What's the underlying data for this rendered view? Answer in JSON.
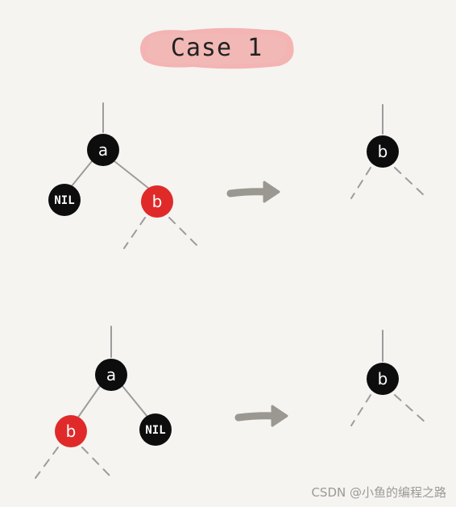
{
  "title": "Case 1",
  "watermark": "CSDN @小鱼的编程之路",
  "colors": {
    "black_node": "#0d0d0d",
    "red_node": "#e02a2a",
    "title_highlight": "#f2a8a8",
    "edge": "#9c9c9c",
    "arrow": "#9a9890",
    "background": "#f5f4f0"
  },
  "cases": [
    {
      "before": {
        "parent": "a",
        "left": "NIL",
        "left_color": "black",
        "right": "b",
        "right_color": "red"
      },
      "after": {
        "node": "b",
        "color": "black"
      }
    },
    {
      "before": {
        "parent": "a",
        "left": "b",
        "left_color": "red",
        "right": "NIL",
        "right_color": "black"
      },
      "after": {
        "node": "b",
        "color": "black"
      }
    }
  ]
}
